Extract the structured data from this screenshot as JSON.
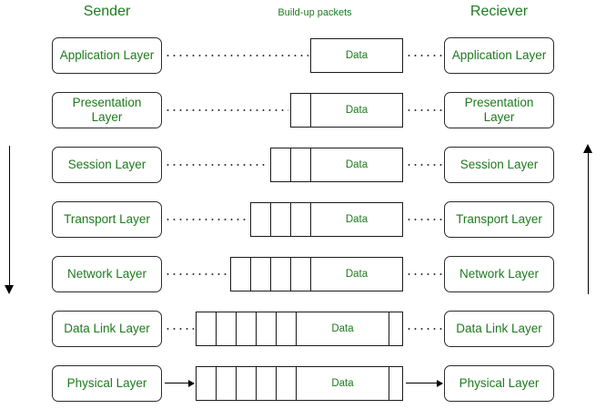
{
  "headings": {
    "sender": "Sender",
    "buildup": "Build-up packets",
    "receiver": "Reciever"
  },
  "colors": {
    "layer_text": "#1e7a1e",
    "box_border": "#2b2b2b",
    "packet_border": "#1a1a1a",
    "background": "#ffffff"
  },
  "data_label": "Data",
  "layers": [
    {
      "name": "Application Layer",
      "sender_label": "Application Layer",
      "receiver_label": "Application Layer",
      "data_label": "Data",
      "header_cells": 0,
      "trailer_cells": 0,
      "connector": "dotted"
    },
    {
      "name": "Presentation Layer",
      "sender_label": "Presentation Layer",
      "receiver_label": "Presentation Layer",
      "data_label": "Data",
      "header_cells": 1,
      "trailer_cells": 0,
      "connector": "dotted"
    },
    {
      "name": "Session Layer",
      "sender_label": "Session Layer",
      "receiver_label": "Session Layer",
      "data_label": "Data",
      "header_cells": 2,
      "trailer_cells": 0,
      "connector": "dotted"
    },
    {
      "name": "Transport Layer",
      "sender_label": "Transport Layer",
      "receiver_label": "Transport Layer",
      "data_label": "Data",
      "header_cells": 3,
      "trailer_cells": 0,
      "connector": "dotted"
    },
    {
      "name": "Network Layer",
      "sender_label": "Network Layer",
      "receiver_label": "Network Layer",
      "data_label": "Data",
      "header_cells": 4,
      "trailer_cells": 0,
      "connector": "dotted"
    },
    {
      "name": "Data Link Layer",
      "sender_label": "Data Link Layer",
      "receiver_label": "Data Link Layer",
      "data_label": "Data",
      "header_cells": 5,
      "trailer_cells": 1,
      "connector": "dotted"
    },
    {
      "name": "Physical Layer",
      "sender_label": "Physical Layer",
      "receiver_label": "Physical Layer",
      "data_label": "Data",
      "header_cells": 5,
      "trailer_cells": 1,
      "connector": "solid-arrow"
    }
  ],
  "side_arrows": {
    "left_direction": "down",
    "right_direction": "up"
  }
}
